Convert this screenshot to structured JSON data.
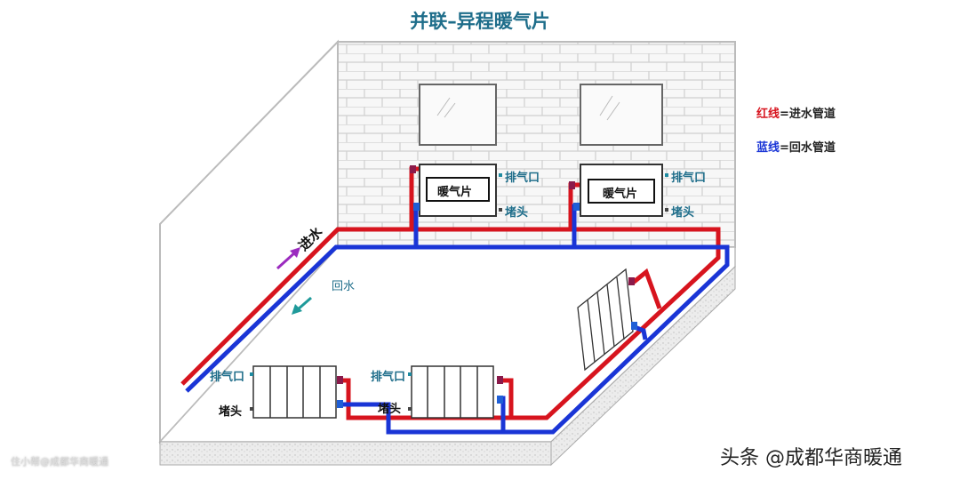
{
  "title": "并联–异程暖气片",
  "legend": {
    "red_label": "红线",
    "red_text": "=进水管道",
    "blue_label": "蓝线",
    "blue_text": "=回水管道"
  },
  "labels": {
    "supply": "进水",
    "return": "回水",
    "radiator": "暖气片",
    "air_vent": "排气口",
    "plug": "堵头"
  },
  "watermark_left": "住小帮@成都华商暖通",
  "watermark_right": "头条 @成都华商暖通",
  "colors": {
    "supply": "#d7141e",
    "return": "#1a35d6",
    "title": "#1e6d8a",
    "label": "#1e6d8a"
  }
}
